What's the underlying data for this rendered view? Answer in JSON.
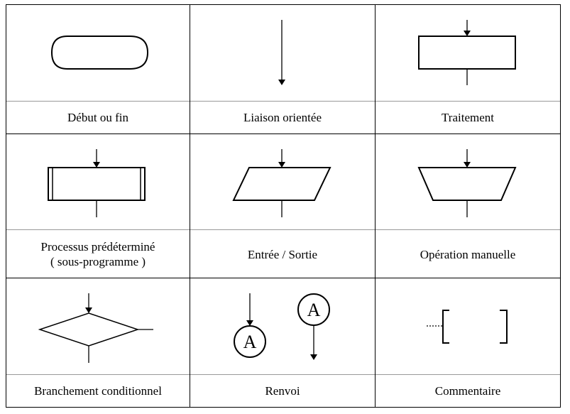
{
  "title": "",
  "symbols": [
    {
      "id": "debut-fin",
      "label": "Début ou fin"
    },
    {
      "id": "liaison",
      "label": "Liaison orientée"
    },
    {
      "id": "traitement",
      "label": "Traitement"
    },
    {
      "id": "processus",
      "label_line1": "Processus prédéterminé",
      "label_line2": "( sous-programme )"
    },
    {
      "id": "entree-sortie",
      "label": "Entrée / Sortie"
    },
    {
      "id": "operation-manuelle",
      "label": "Opération manuelle"
    },
    {
      "id": "branchement",
      "label": "Branchement conditionnel"
    },
    {
      "id": "renvoi",
      "label": "Renvoi",
      "connector_letter": "A"
    },
    {
      "id": "commentaire",
      "label": "Commentaire"
    }
  ]
}
